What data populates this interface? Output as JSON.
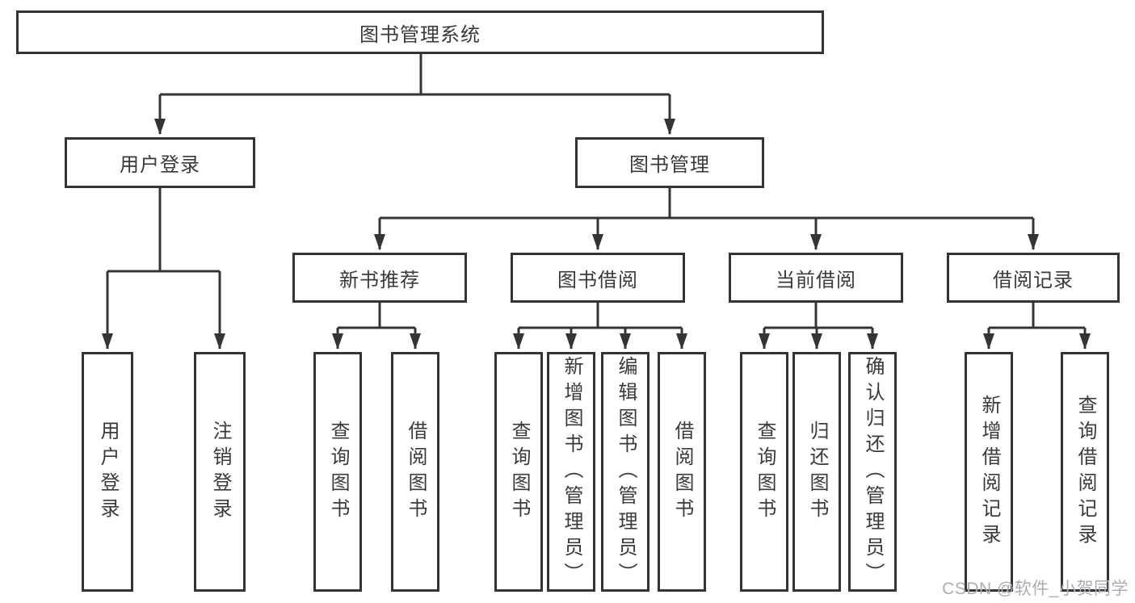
{
  "diagram": {
    "colors": {
      "line": "#343434",
      "box_border": "#343434",
      "box_background": "#ffffff",
      "text": "#3a3a3a",
      "watermark_text": "#aaadb3"
    },
    "root": {
      "label": "图书管理系统"
    },
    "branches": {
      "user_login": {
        "label": "用户登录",
        "children": {
          "c1": "用户登录",
          "c2": "注销登录"
        }
      },
      "book_management": {
        "label": "图书管理",
        "sections": {
          "new_book_recommend": {
            "label": "新书推荐",
            "children": {
              "c1": "查询图书",
              "c2": "借阅图书"
            }
          },
          "book_borrow": {
            "label": "图书借阅",
            "children": {
              "c1": "查询图书",
              "c2": "新增图书（管理员）",
              "c3": "编辑图书（管理员）",
              "c4": "借阅图书"
            }
          },
          "current_borrow": {
            "label": "当前借阅",
            "children": {
              "c1": "查询图书",
              "c2": "归还图书",
              "c3": "确认归还（管理员）"
            }
          },
          "borrow_records": {
            "label": "借阅记录",
            "children": {
              "c1": "新增借阅记录",
              "c2": "查询借阅记录"
            }
          }
        }
      }
    },
    "watermark": "CSDN @软件_小贺同学"
  }
}
